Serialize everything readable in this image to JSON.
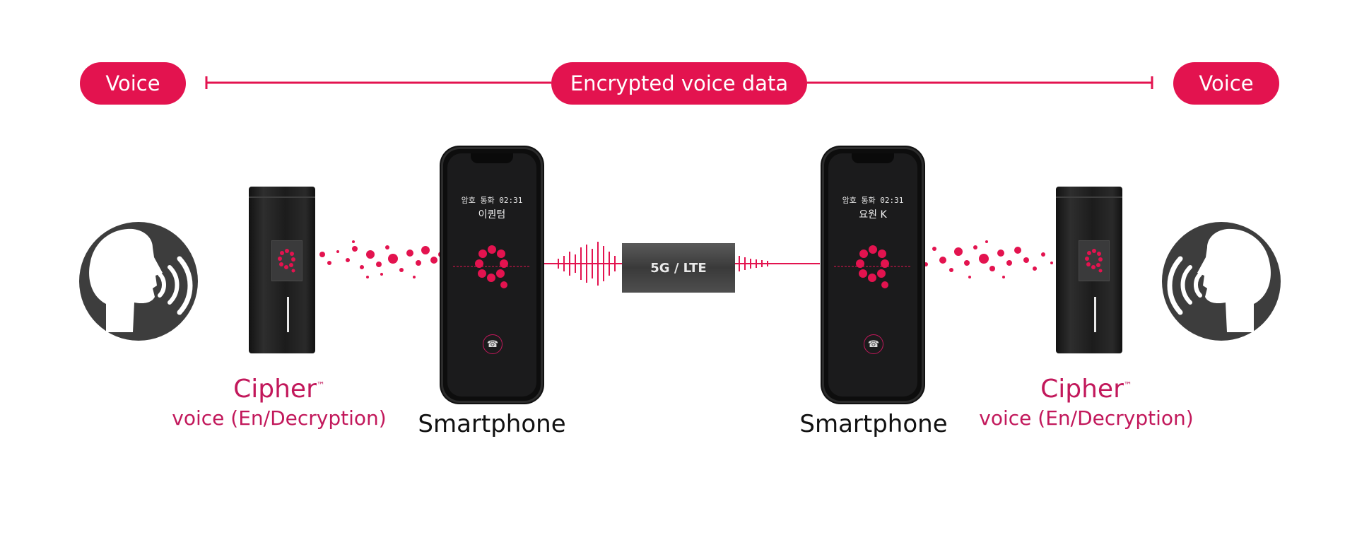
{
  "header": {
    "left_label": "Voice",
    "center_label": "Encrypted voice data",
    "right_label": "Voice"
  },
  "network": {
    "label": "5G / LTE"
  },
  "left": {
    "device_title": "Cipher",
    "device_tm": "™",
    "device_subtitle": "voice (En/Decryption)",
    "phone_label": "Smartphone",
    "phone_call_time": "암호 통화 02:31",
    "phone_caller": "이퀀텀"
  },
  "right": {
    "device_title": "Cipher",
    "device_tm": "™",
    "device_subtitle": "voice (En/Decryption)",
    "phone_label": "Smartphone",
    "phone_call_time": "암호 통화 02:31",
    "phone_caller": "요원 K"
  },
  "colors": {
    "accent": "#e3134f",
    "caption_accent": "#c2185b",
    "icon_dark": "#3d3d3d",
    "device_dark": "#1c1c1c"
  },
  "icons": [
    "speaking-head-icon",
    "q-logo-icon",
    "hangup-icon"
  ]
}
